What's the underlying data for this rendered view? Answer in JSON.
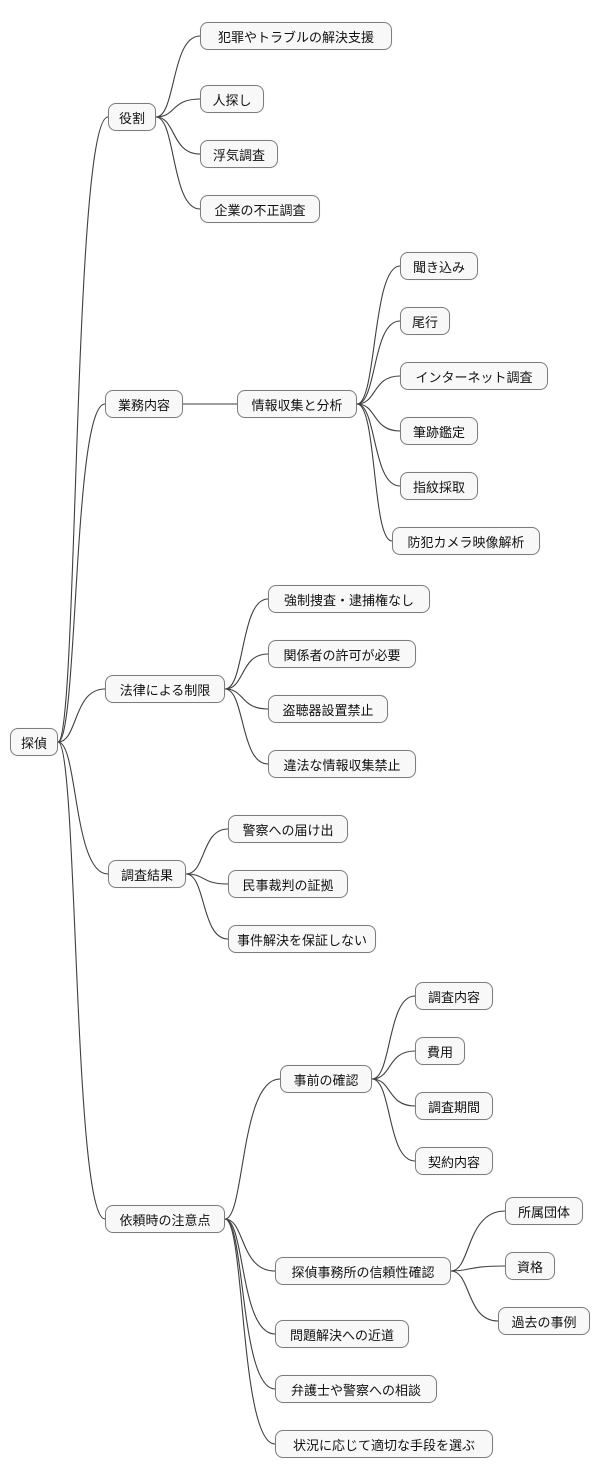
{
  "style": {
    "node_fill": "#f8f8f8",
    "node_border": "#7d7d7d",
    "edge_color": "#3f3f3f",
    "text_color": "#111111",
    "bg": "#ffffff"
  },
  "mindmap": {
    "type": "mindmap",
    "root": {
      "label": "探偵"
    },
    "branches": [
      {
        "label": "役割",
        "children": [
          {
            "label": "犯罪やトラブルの解決支援"
          },
          {
            "label": "人探し"
          },
          {
            "label": "浮気調査"
          },
          {
            "label": "企業の不正調査"
          }
        ]
      },
      {
        "label": "業務内容",
        "children": [
          {
            "label": "情報収集と分析",
            "children": [
              {
                "label": "聞き込み"
              },
              {
                "label": "尾行"
              },
              {
                "label": "インターネット調査"
              },
              {
                "label": "筆跡鑑定"
              },
              {
                "label": "指紋採取"
              },
              {
                "label": "防犯カメラ映像解析"
              }
            ]
          }
        ]
      },
      {
        "label": "法律による制限",
        "children": [
          {
            "label": "強制捜査・逮捕権なし"
          },
          {
            "label": "関係者の許可が必要"
          },
          {
            "label": "盗聴器設置禁止"
          },
          {
            "label": "違法な情報収集禁止"
          }
        ]
      },
      {
        "label": "調査結果",
        "children": [
          {
            "label": "警察への届け出"
          },
          {
            "label": "民事裁判の証拠"
          },
          {
            "label": "事件解決を保証しない"
          }
        ]
      },
      {
        "label": "依頼時の注意点",
        "children": [
          {
            "label": "事前の確認",
            "children": [
              {
                "label": "調査内容"
              },
              {
                "label": "費用"
              },
              {
                "label": "調査期間"
              },
              {
                "label": "契約内容"
              }
            ]
          },
          {
            "label": "探偵事務所の信頼性確認",
            "children": [
              {
                "label": "所属団体"
              },
              {
                "label": "資格"
              },
              {
                "label": "過去の事例"
              }
            ]
          },
          {
            "label": "問題解決への近道"
          },
          {
            "label": "弁護士や警察への相談"
          },
          {
            "label": "状況に応じて適切な手段を選ぶ"
          }
        ]
      }
    ]
  }
}
